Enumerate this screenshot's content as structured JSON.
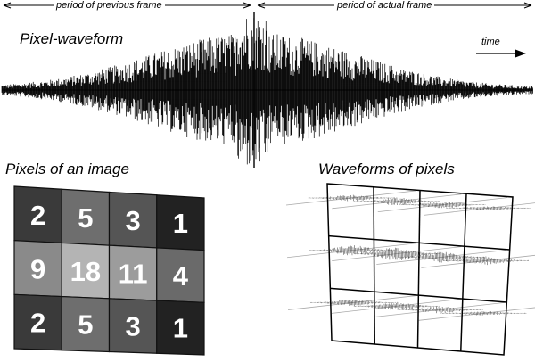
{
  "periods": {
    "previous": "period of previous frame",
    "actual": "period of actual frame"
  },
  "waveform": {
    "title": "Pixel-waveform",
    "time_label": "time"
  },
  "pixels_section": {
    "title": "Pixels of an image",
    "grid": [
      [
        {
          "value": "2",
          "shade": "#3a3a3a"
        },
        {
          "value": "5",
          "shade": "#6e6e6e"
        },
        {
          "value": "3",
          "shade": "#555555"
        },
        {
          "value": "1",
          "shade": "#222222"
        }
      ],
      [
        {
          "value": "9",
          "shade": "#8a8a8a"
        },
        {
          "value": "18",
          "shade": "#b4b4b4"
        },
        {
          "value": "11",
          "shade": "#9c9c9c"
        },
        {
          "value": "4",
          "shade": "#6a6a6a"
        }
      ],
      [
        {
          "value": "2",
          "shade": "#3a3a3a"
        },
        {
          "value": "5",
          "shade": "#6e6e6e"
        },
        {
          "value": "3",
          "shade": "#555555"
        },
        {
          "value": "1",
          "shade": "#222222"
        }
      ]
    ]
  },
  "waveforms_section": {
    "title": "Waveforms of pixels"
  }
}
